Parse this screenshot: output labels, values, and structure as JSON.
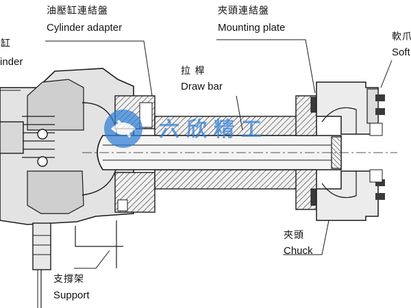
{
  "labels": {
    "cylinder_adapter": {
      "zh": "油壓缸連結盤",
      "en": "Cylinder adapter"
    },
    "mounting_plate": {
      "zh": "夾頭連結盤",
      "en": "Mounting plate"
    },
    "cylinder": {
      "zh": "壓缸",
      "en": "inder"
    },
    "draw_bar": {
      "zh": "拉 桿",
      "en": "Draw bar"
    },
    "soft_jaw": {
      "zh": "軟爪",
      "en": "Soft"
    },
    "chuck": {
      "zh": "夾頭",
      "en": "Chuck"
    },
    "support": {
      "zh": "支撐架",
      "en": "Support"
    }
  },
  "watermark": {
    "text": "六欣精工",
    "color": "#2f7fd6"
  },
  "colors": {
    "line": "#1a1a1a",
    "body": "#e6e6e6",
    "dark": "#3a3a3a",
    "hatch": "#555555"
  }
}
